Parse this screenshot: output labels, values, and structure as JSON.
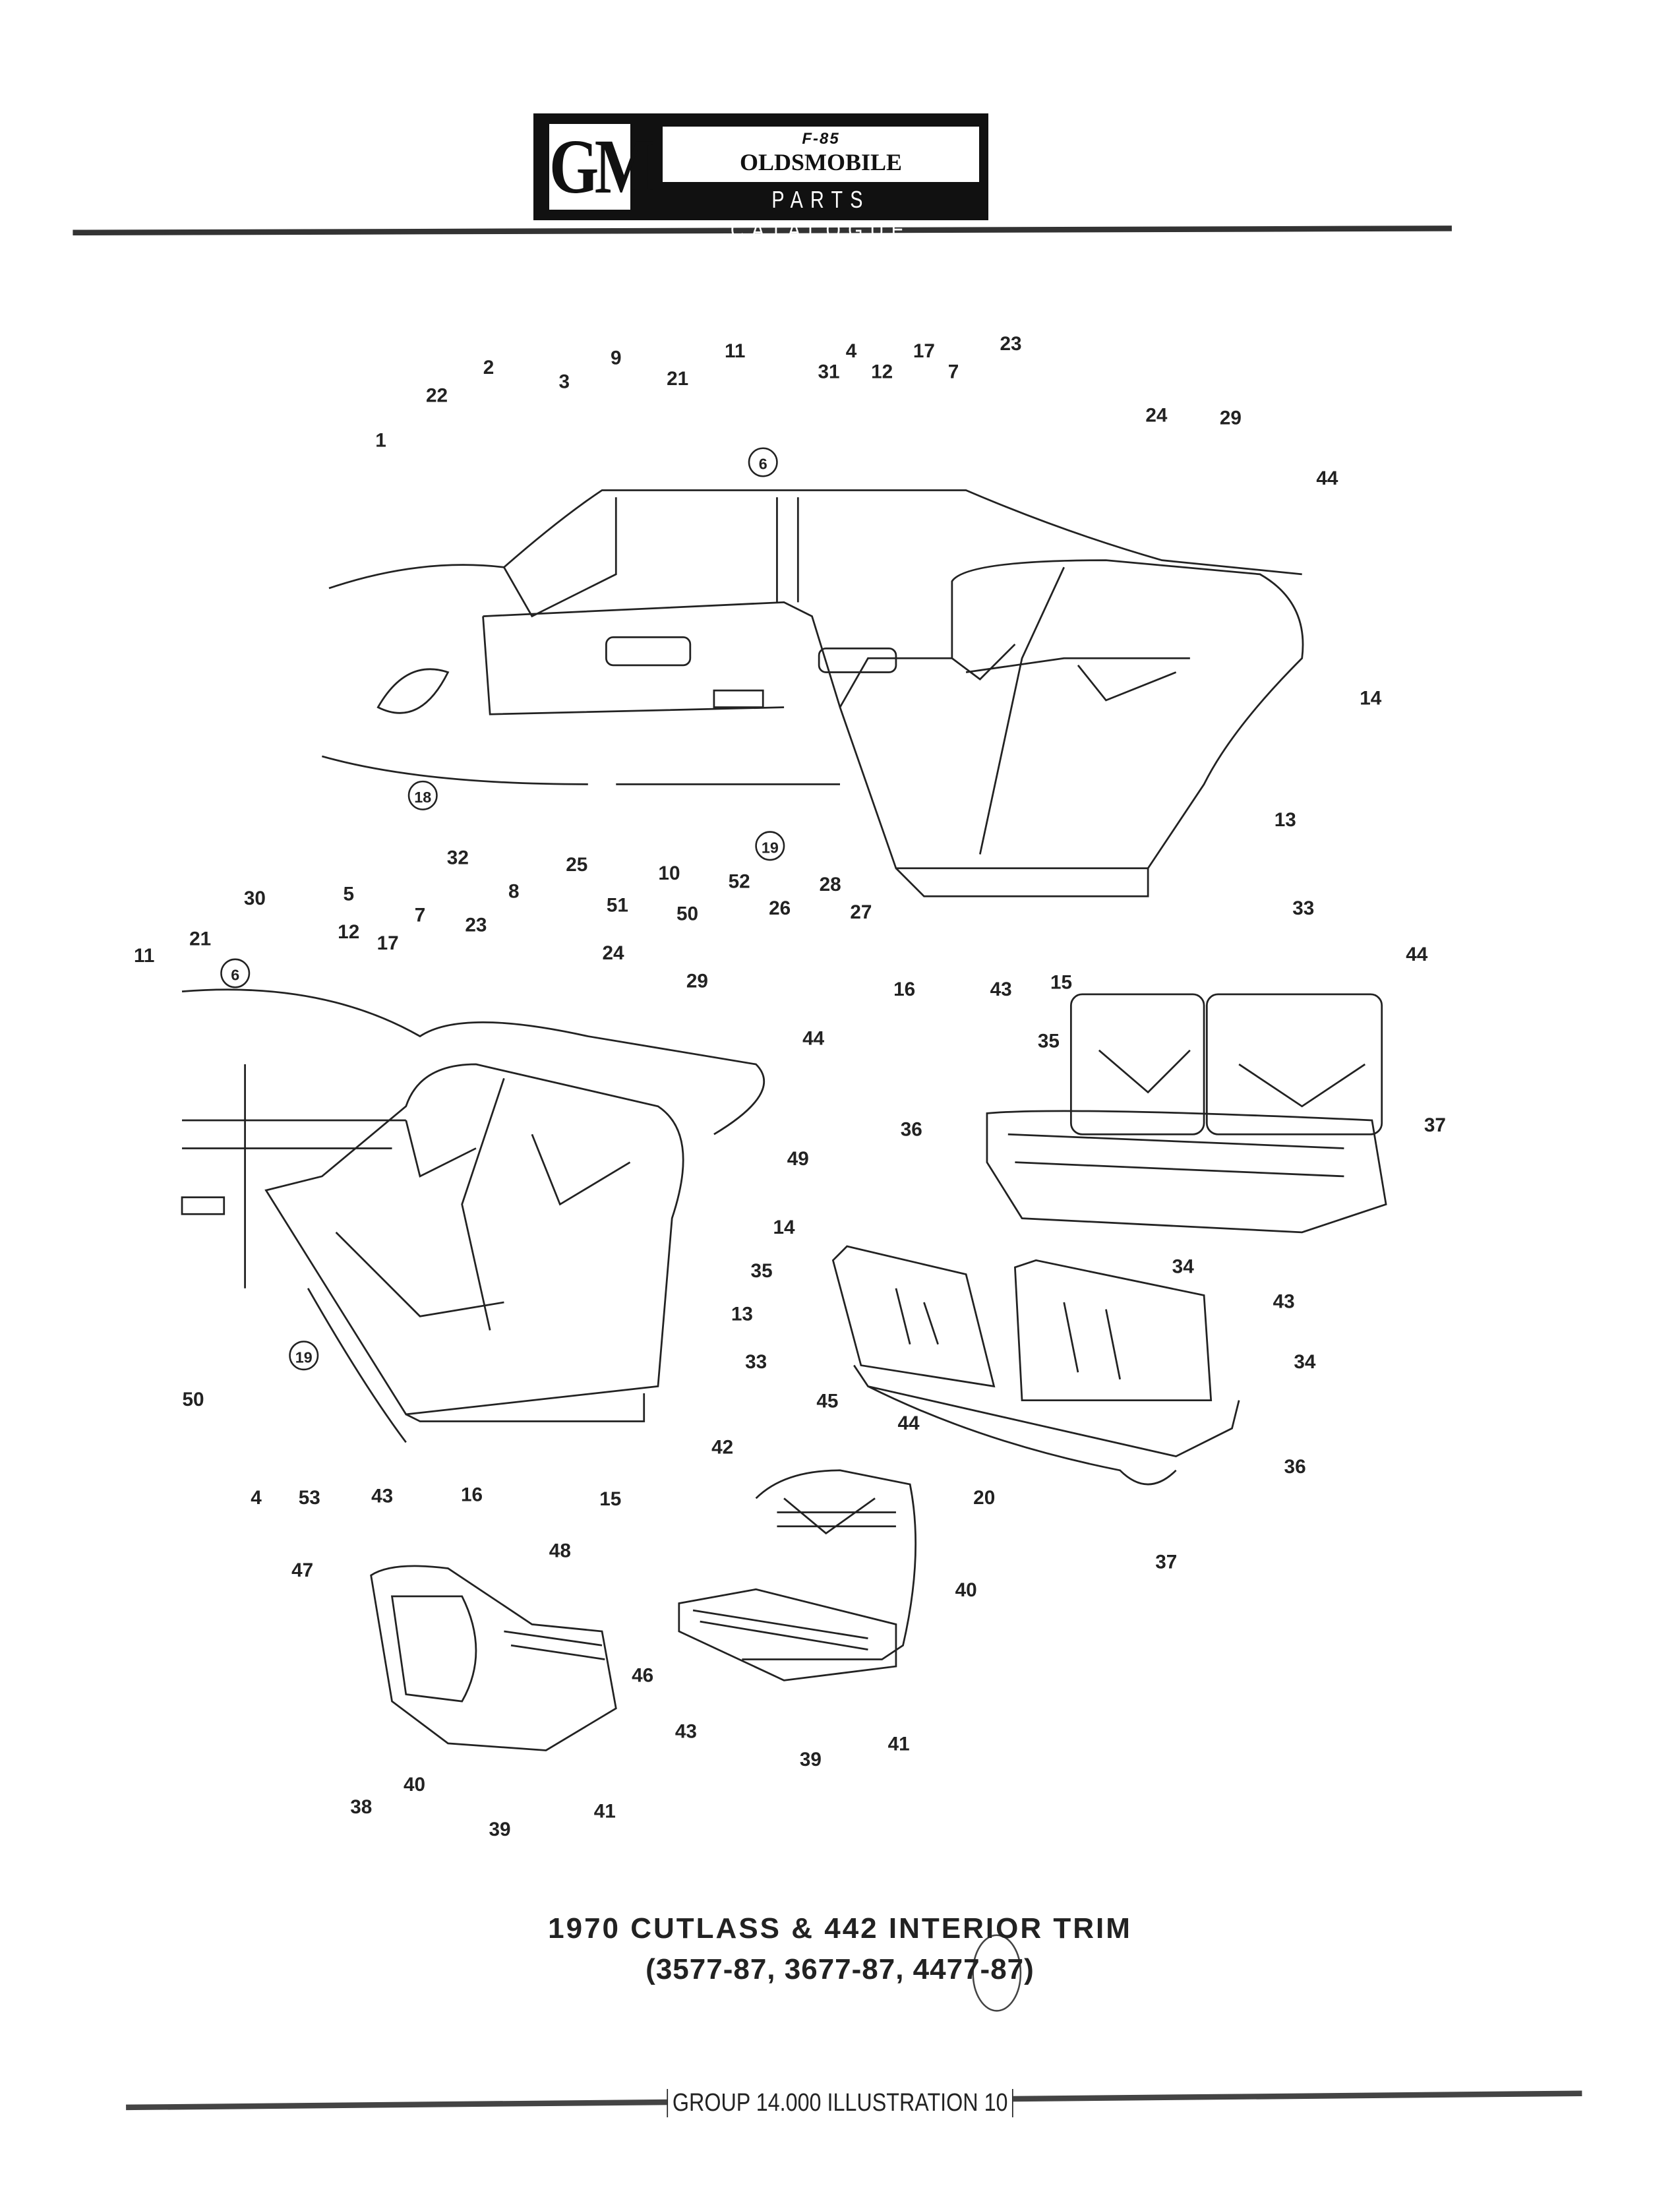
{
  "header": {
    "logo_gm": "GM",
    "logo_model": "F-85",
    "logo_make": "OLDSMOBILE",
    "logo_subtitle": "PARTS CATALOGUE"
  },
  "callouts": [
    "2",
    "22",
    "3",
    "9",
    "11",
    "21",
    "4",
    "31",
    "12",
    "17",
    "7",
    "23",
    "24",
    "29",
    "44",
    "1",
    "6",
    "14",
    "13",
    "18",
    "19",
    "30",
    "5",
    "32",
    "8",
    "25",
    "51",
    "10",
    "50",
    "52",
    "26",
    "28",
    "27",
    "16",
    "43",
    "15",
    "11",
    "21",
    "6",
    "12",
    "17",
    "7",
    "23",
    "24",
    "29",
    "44",
    "49",
    "14",
    "13",
    "50",
    "19",
    "4",
    "53",
    "43",
    "16",
    "15",
    "33",
    "44",
    "35",
    "37",
    "36",
    "34",
    "43",
    "35",
    "33",
    "34",
    "45",
    "44",
    "42",
    "36",
    "20",
    "37",
    "40",
    "46",
    "43",
    "39",
    "41",
    "47",
    "48",
    "38",
    "40",
    "39",
    "41"
  ],
  "title": {
    "line1": "1970  CUTLASS & 442 INTERIOR TRIM",
    "line2": "(3577-87, 3677-87, 4477-87)"
  },
  "footer": {
    "label": "GROUP 14.000 ILLUSTRATION 10"
  }
}
